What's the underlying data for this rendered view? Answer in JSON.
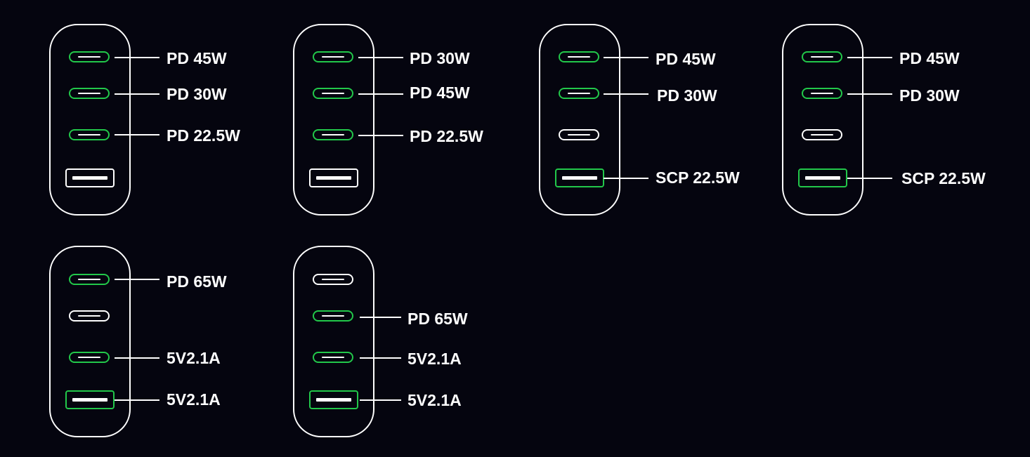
{
  "colors": {
    "background": "#05050f",
    "outline": "#ffffff",
    "active_port": "#22c84a"
  },
  "configurations": [
    {
      "ports": [
        {
          "type": "usb-c",
          "active": true,
          "label": "PD 45W"
        },
        {
          "type": "usb-c",
          "active": true,
          "label": "PD 30W"
        },
        {
          "type": "usb-c",
          "active": true,
          "label": "PD 22.5W"
        },
        {
          "type": "usb-a",
          "active": false,
          "label": ""
        }
      ]
    },
    {
      "ports": [
        {
          "type": "usb-c",
          "active": true,
          "label": "PD 30W"
        },
        {
          "type": "usb-c",
          "active": true,
          "label": "PD 45W"
        },
        {
          "type": "usb-c",
          "active": true,
          "label": "PD 22.5W"
        },
        {
          "type": "usb-a",
          "active": false,
          "label": ""
        }
      ]
    },
    {
      "ports": [
        {
          "type": "usb-c",
          "active": true,
          "label": "PD 45W"
        },
        {
          "type": "usb-c",
          "active": true,
          "label": "PD 30W"
        },
        {
          "type": "usb-c",
          "active": false,
          "label": ""
        },
        {
          "type": "usb-a",
          "active": true,
          "label": "SCP 22.5W"
        }
      ]
    },
    {
      "ports": [
        {
          "type": "usb-c",
          "active": true,
          "label": "PD 45W"
        },
        {
          "type": "usb-c",
          "active": true,
          "label": "PD 30W"
        },
        {
          "type": "usb-c",
          "active": false,
          "label": ""
        },
        {
          "type": "usb-a",
          "active": true,
          "label": "SCP 22.5W"
        }
      ]
    },
    {
      "ports": [
        {
          "type": "usb-c",
          "active": true,
          "label": "PD 65W"
        },
        {
          "type": "usb-c",
          "active": false,
          "label": ""
        },
        {
          "type": "usb-c",
          "active": true,
          "label": "5V2.1A"
        },
        {
          "type": "usb-a",
          "active": true,
          "label": "5V2.1A"
        }
      ]
    },
    {
      "ports": [
        {
          "type": "usb-c",
          "active": false,
          "label": ""
        },
        {
          "type": "usb-c",
          "active": true,
          "label": "PD 65W"
        },
        {
          "type": "usb-c",
          "active": true,
          "label": "5V2.1A"
        },
        {
          "type": "usb-a",
          "active": true,
          "label": "5V2.1A"
        }
      ]
    }
  ]
}
